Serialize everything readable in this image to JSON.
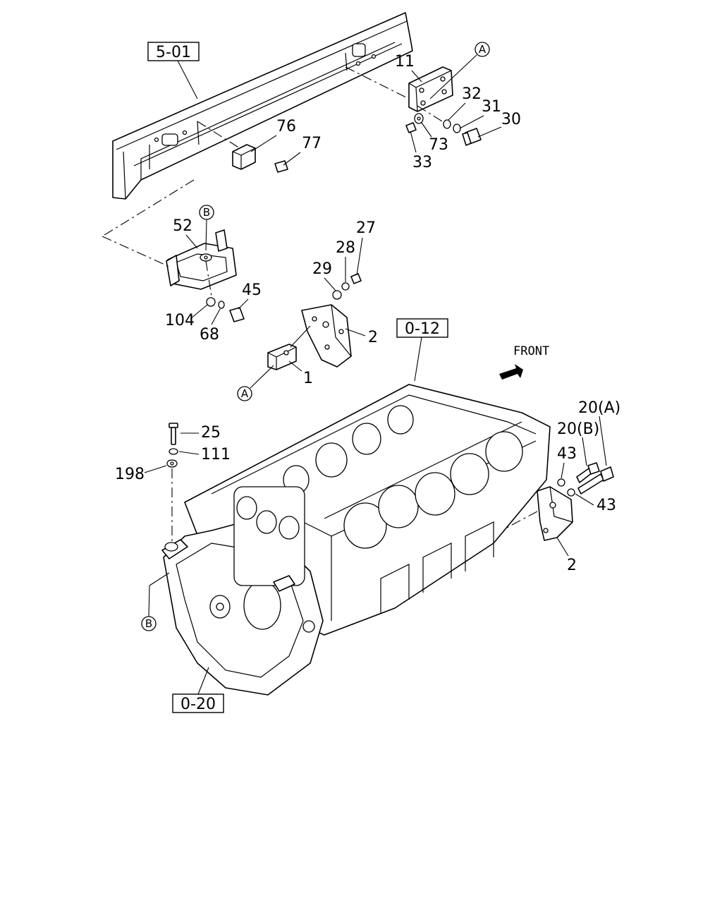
{
  "references": {
    "frame": "5-01",
    "engine_block": "0-12",
    "flywheel_housing": "0-20"
  },
  "circled_refs": {
    "a_top": "A",
    "b_mount": "B",
    "a_lower": "A",
    "b_lower": "B"
  },
  "front_label": "FRONT",
  "callouts": {
    "p11": "11",
    "p32": "32",
    "p31": "31",
    "p30": "30",
    "p73": "73",
    "p33": "33",
    "p76": "76",
    "p77": "77",
    "p52": "52",
    "p27": "27",
    "p28": "28",
    "p29": "29",
    "p45": "45",
    "p104": "104",
    "p68": "68",
    "p2_upper": "2",
    "p1": "1",
    "p25": "25",
    "p111": "111",
    "p198": "198",
    "p20a": "20(A)",
    "p20b": "20(B)",
    "p43_upper": "43",
    "p43_lower": "43",
    "p2_lower": "2"
  }
}
